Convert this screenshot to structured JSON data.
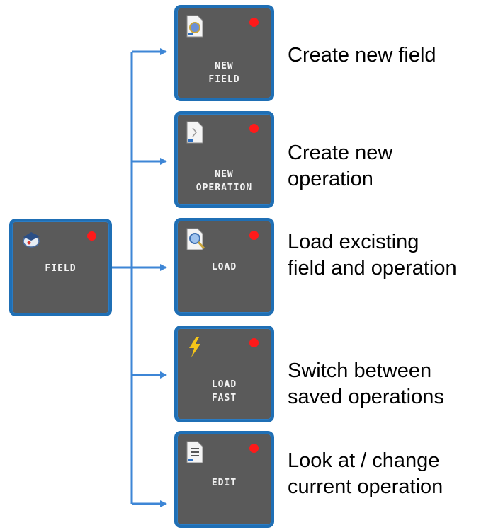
{
  "colors": {
    "tile_bg": "#5a5a5a",
    "tile_border": "#1f6fb5",
    "status_dot": "#ff1a1a",
    "connector": "#3d86d6"
  },
  "root": {
    "label": "FIELD",
    "icon": "cap-icon"
  },
  "items": [
    {
      "label": "NEW\nFIELD",
      "description": "Create new field",
      "icon": "new-field-icon"
    },
    {
      "label": "NEW\nOPERATION",
      "description": "Create new\noperation",
      "icon": "new-operation-icon"
    },
    {
      "label": "LOAD",
      "description": "Load excisting\nfield and operation",
      "icon": "load-icon"
    },
    {
      "label": "LOAD\nFAST",
      "description": "Switch between\nsaved operations",
      "icon": "lightning-icon"
    },
    {
      "label": "EDIT",
      "description": "Look at / change\ncurrent operation",
      "icon": "edit-icon"
    }
  ]
}
